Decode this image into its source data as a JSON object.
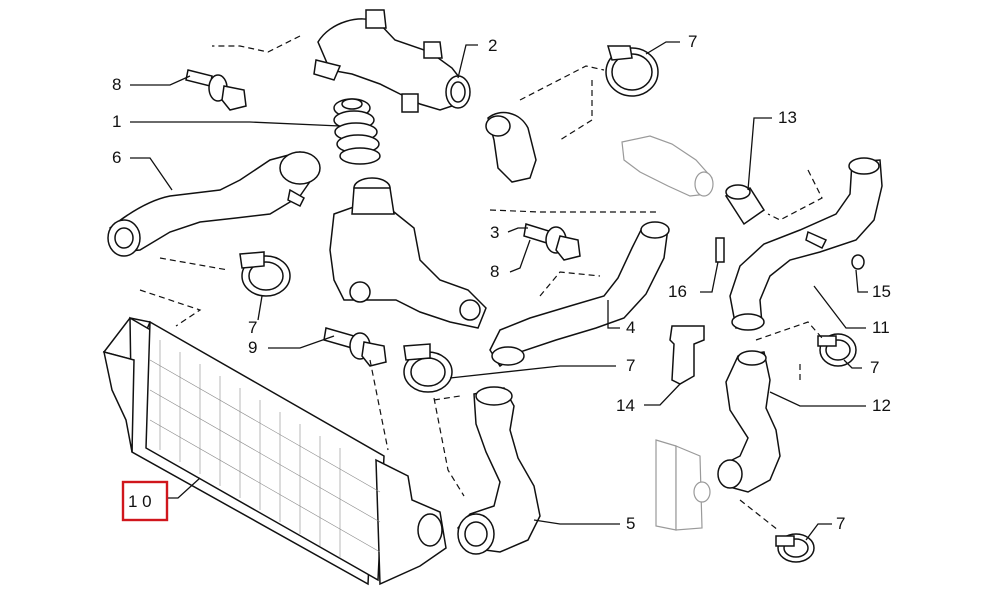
{
  "diagram": {
    "highlight_color": "#d0161c",
    "callouts": [
      {
        "id": "c2a",
        "text": "2"
      },
      {
        "id": "c8a",
        "text": "8"
      },
      {
        "id": "c1",
        "text": "1"
      },
      {
        "id": "c6",
        "text": "6"
      },
      {
        "id": "c7a",
        "text": "7"
      },
      {
        "id": "c13",
        "text": "13"
      },
      {
        "id": "c3",
        "text": "3"
      },
      {
        "id": "c8b",
        "text": "8"
      },
      {
        "id": "c16",
        "text": "16"
      },
      {
        "id": "c15",
        "text": "15"
      },
      {
        "id": "c7b",
        "text": "7"
      },
      {
        "id": "c4",
        "text": "4"
      },
      {
        "id": "c11",
        "text": "11"
      },
      {
        "id": "c9",
        "text": "9"
      },
      {
        "id": "c7c",
        "text": "7"
      },
      {
        "id": "c7d",
        "text": "7"
      },
      {
        "id": "c14",
        "text": "14"
      },
      {
        "id": "c12",
        "text": "12"
      },
      {
        "id": "c10",
        "text": "1 0"
      },
      {
        "id": "c5",
        "text": "5"
      },
      {
        "id": "c7e",
        "text": "7"
      }
    ]
  }
}
